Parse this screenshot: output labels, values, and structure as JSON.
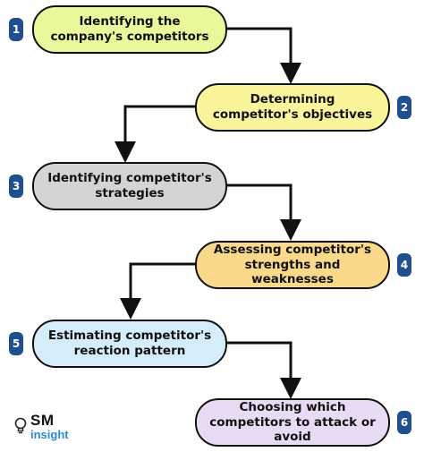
{
  "steps": [
    {
      "number": "1",
      "text": "Identifying the company's competitors",
      "color": "#e8f89a"
    },
    {
      "number": "2",
      "text": "Determining competitor's objectives",
      "color": "#faf49a"
    },
    {
      "number": "3",
      "text": "Identifying competitor's strategies",
      "color": "#d4d4d4"
    },
    {
      "number": "4",
      "text": "Assessing competitor's strengths and weaknesses",
      "color": "#fbd98a"
    },
    {
      "number": "5",
      "text": "Estimating competitor's reaction pattern",
      "color": "#d5ecfb"
    },
    {
      "number": "6",
      "text": "Choosing which competitors to attack or avoid",
      "color": "#e8dcf5"
    }
  ],
  "badge_color": "#1f4f8f",
  "logo": {
    "line1": "SM",
    "line2": "insight"
  }
}
